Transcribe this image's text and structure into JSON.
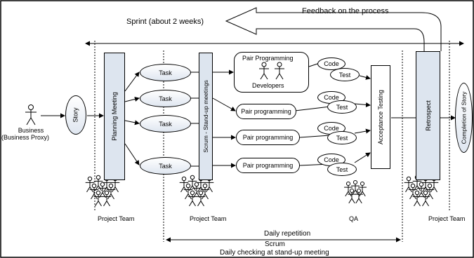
{
  "feedback_label": "Feedback on the process",
  "sprint_label": "Sprint (about 2 weeks)",
  "business_label_1": "Business",
  "business_label_2": "(Business Proxy)",
  "story_label": "Story",
  "planning_label": "Planning Meeting",
  "task_label": "Task",
  "scrum_bar_label": "Scrum - Stand-up meetings",
  "pair_programming_title": "Pair Programming",
  "developers_label": "Developers",
  "pair_programming_label": "Pair programming",
  "code_label": "Code",
  "test_label": "Test",
  "acceptance_label": "Acceptance Testing",
  "retrospect_label": "Retrospect",
  "completion_label": "Completion of Story",
  "project_team_label": "Project Team",
  "qa_label": "QA",
  "daily_repetition_label": "Daily repetition",
  "scrum_label": "Scrum",
  "daily_checking_label": "Daily checking at stand-up meeting",
  "colors": {
    "bar_fill": "#dde5ef",
    "line": "#000000"
  }
}
